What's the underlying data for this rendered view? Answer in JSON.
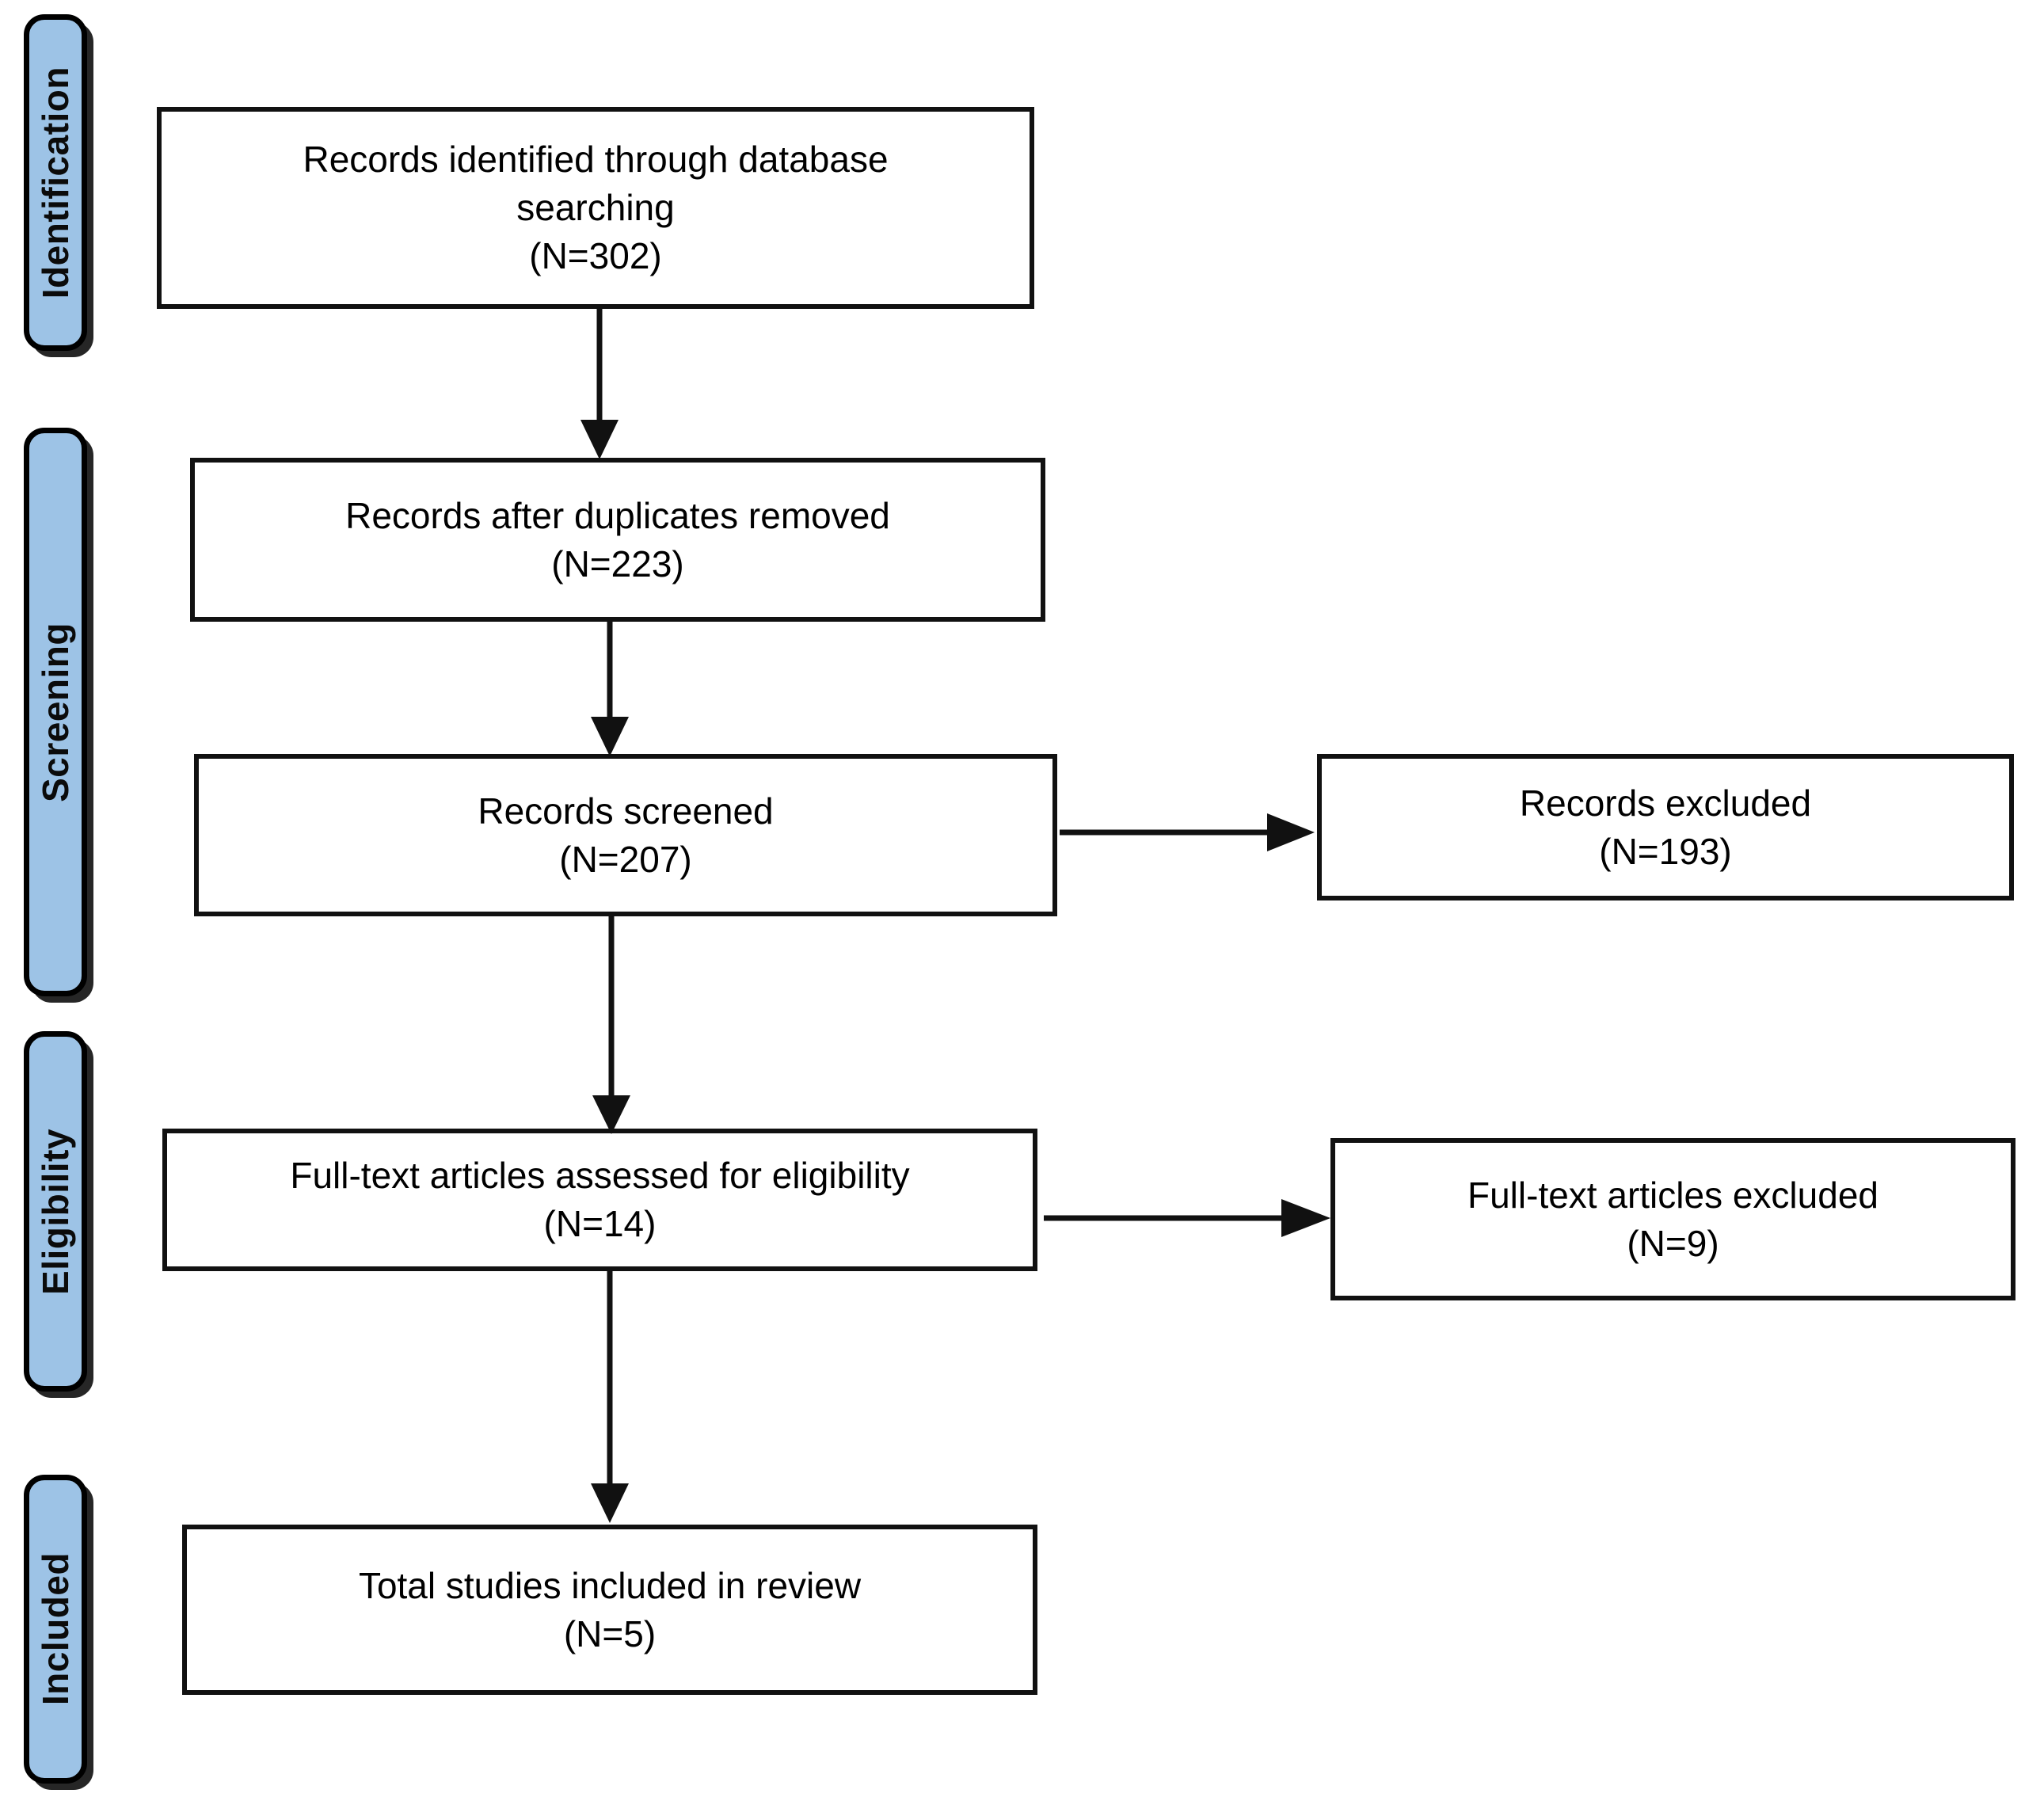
{
  "diagram": {
    "type": "prisma-flow-diagram",
    "accent_color": "#9DC3E6",
    "line_color": "#111111",
    "background": "#ffffff",
    "stages": [
      {
        "id": "identification",
        "label": "Identification"
      },
      {
        "id": "screening",
        "label": "Screening"
      },
      {
        "id": "eligibility",
        "label": "Eligibility"
      },
      {
        "id": "included",
        "label": "Included"
      }
    ],
    "boxes": [
      {
        "id": "records-identified",
        "title": "Records identified through database searching",
        "count_label": "(N=302)",
        "count": 302,
        "text": "Records identified through database\nsearching\n(N=302)"
      },
      {
        "id": "records-after-duplicates",
        "title": "Records after duplicates removed",
        "count_label": "(N=223)",
        "count": 223,
        "text": "Records after duplicates removed\n(N=223)"
      },
      {
        "id": "records-screened",
        "title": "Records screened",
        "count_label": "(N=207)",
        "count": 207,
        "text": "Records screened\n(N=207)"
      },
      {
        "id": "records-excluded",
        "title": "Records excluded",
        "count_label": "(N=193)",
        "count": 193,
        "text": "Records excluded\n(N=193)"
      },
      {
        "id": "fulltext-assessed",
        "title": "Full-text articles assessed for eligibility",
        "count_label": "(N=14)",
        "count": 14,
        "text": "Full-text articles assessed for eligibility\n(N=14)"
      },
      {
        "id": "fulltext-excluded",
        "title": "Full-text articles excluded",
        "count_label": "(N=9)",
        "count": 9,
        "text": "Full-text articles excluded\n(N=9)"
      },
      {
        "id": "total-included",
        "title": "Total studies included in review",
        "count_label": "(N=5)",
        "count": 5,
        "text": "Total studies included in review\n(N=5)"
      }
    ],
    "connectors": [
      {
        "id": "identified-to-duplicates",
        "from": "records-identified",
        "to": "records-after-duplicates",
        "direction": "down"
      },
      {
        "id": "duplicates-to-screened",
        "from": "records-after-duplicates",
        "to": "records-screened",
        "direction": "down"
      },
      {
        "id": "screened-to-excluded",
        "from": "records-screened",
        "to": "records-excluded",
        "direction": "right"
      },
      {
        "id": "screened-to-fulltext",
        "from": "records-screened",
        "to": "fulltext-assessed",
        "direction": "down"
      },
      {
        "id": "fulltext-to-excluded",
        "from": "fulltext-assessed",
        "to": "fulltext-excluded",
        "direction": "right"
      },
      {
        "id": "fulltext-to-included",
        "from": "fulltext-assessed",
        "to": "total-included",
        "direction": "down"
      }
    ]
  }
}
